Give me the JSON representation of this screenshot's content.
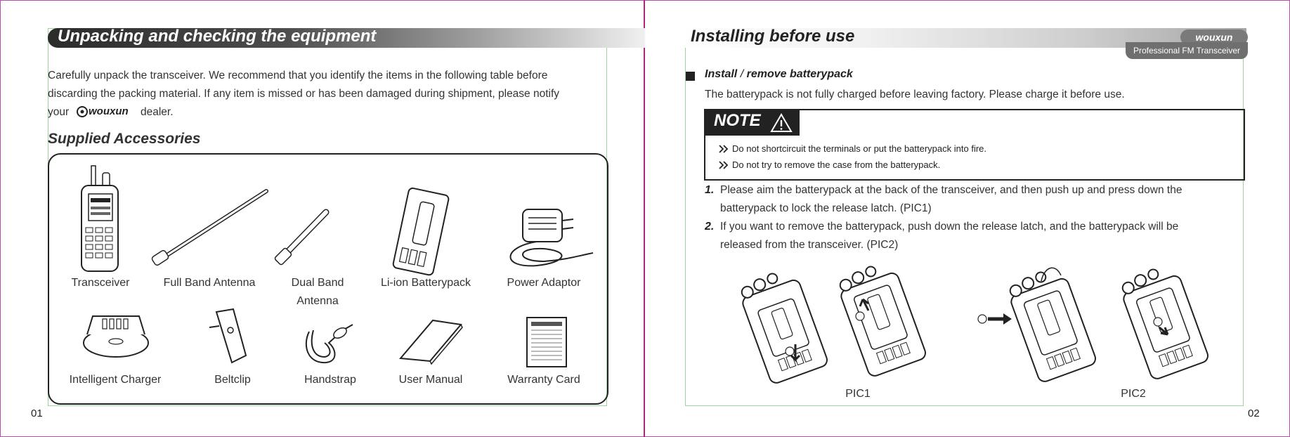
{
  "left_page": {
    "header": "Unpacking and checking the equipment",
    "intro_line1": "Carefully unpack the transceiver. We recommend that you identify the items in the following table before",
    "intro_line2": "discarding the packing material. If any item is missed or has been damaged during shipment, please notify",
    "intro_line3a": "your",
    "intro_brand": "wouxun",
    "intro_line3b": "dealer.",
    "subheading": "Supplied Accessories",
    "accessories": [
      {
        "label": "Transceiver",
        "icon": "transceiver-icon"
      },
      {
        "label": "Full Band Antenna",
        "icon": "full-band-antenna-icon"
      },
      {
        "label": "Dual Band",
        "label2": "Antenna",
        "icon": "dual-band-antenna-icon"
      },
      {
        "label": "Li-ion Batterypack",
        "icon": "batterypack-icon"
      },
      {
        "label": "Power Adaptor",
        "icon": "power-adaptor-icon"
      },
      {
        "label": "Intelligent Charger",
        "icon": "charger-icon"
      },
      {
        "label": "Beltclip",
        "icon": "beltclip-icon"
      },
      {
        "label": "Handstrap",
        "icon": "handstrap-icon"
      },
      {
        "label": "User Manual",
        "icon": "user-manual-icon"
      },
      {
        "label": "Warranty Card",
        "icon": "warranty-card-icon"
      }
    ],
    "page_number": "01"
  },
  "right_page": {
    "header": "Installing before use",
    "logo_text": "wouxun",
    "logo_caption": "Professional FM Transceiver",
    "section_title_a": "Install",
    "section_title_sep": "/",
    "section_title_b": "remove batterypack",
    "section_intro": "The batterypack is not fully charged before leaving factory. Please charge it before use.",
    "note_label": "NOTE",
    "notes": [
      "Do not shortcircuit the terminals or put the batterypack into fire.",
      "Do not try to remove the case from the batterypack."
    ],
    "steps": [
      {
        "num": "1.",
        "line1": "Please aim the batterypack at the back of the transceiver, and then push up and press down the",
        "line2": "batterypack to lock the release latch. (PIC1)"
      },
      {
        "num": "2.",
        "line1": "If you want to remove the batterypack, push down the release latch, and the batterypack will be",
        "line2": "released from the transceiver. (PIC2)"
      }
    ],
    "pic_labels": [
      "PIC1",
      "PIC2"
    ],
    "page_number": "02"
  },
  "colors": {
    "border": "#c04aa8",
    "fold": "#b0267f",
    "guide": "#9ed39e",
    "ink": "#222222"
  }
}
